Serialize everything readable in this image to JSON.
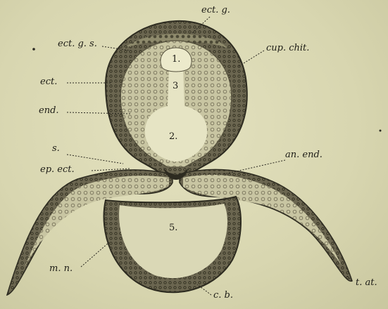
{
  "labels": {
    "ect_g": "ect. g.",
    "ect_g_s": "ect. g. s.",
    "cup_chit": "cup. chit.",
    "ect": "ect.",
    "end": "end.",
    "s": "s.",
    "ep_ect": "ep. ect.",
    "an_end": "an. end.",
    "m_n": "m. n.",
    "c_b": "c. b.",
    "t_at": "t. at."
  },
  "cavities": {
    "c1": "1.",
    "c2": "2.",
    "c3": "3",
    "c5": "5."
  },
  "colors": {
    "paper": "#d9d7b2",
    "tissue_dark": "#3f3c2c",
    "tissue_light": "#b9b692",
    "ink": "#1e1d17"
  }
}
